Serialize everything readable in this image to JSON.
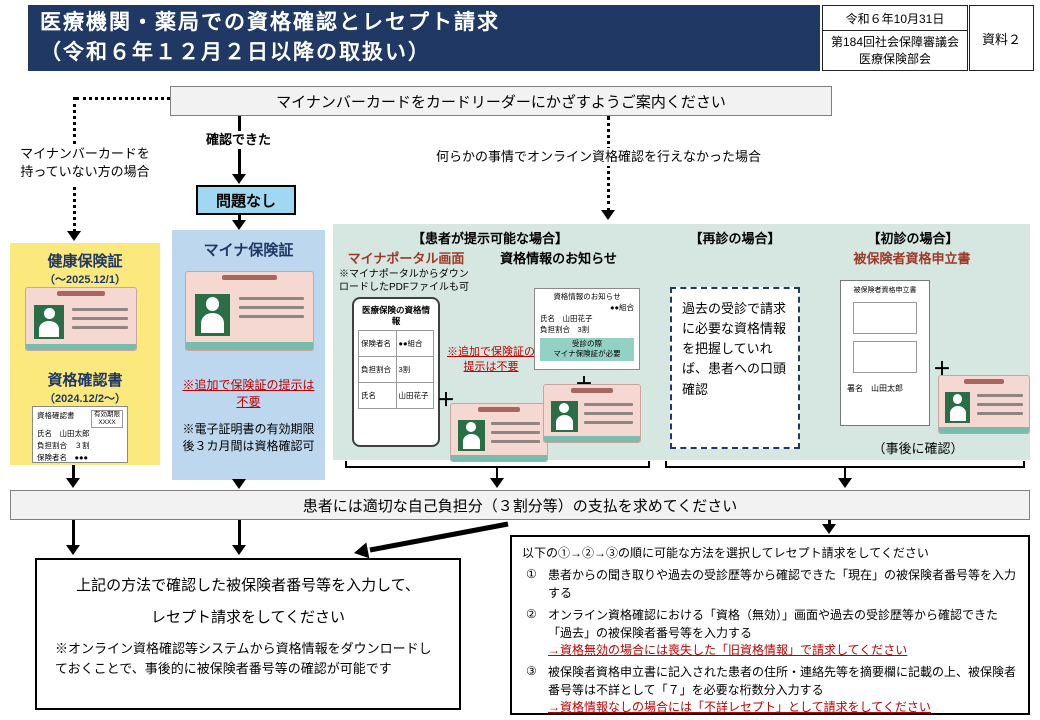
{
  "header": {
    "title_line1": "医療機関・薬局での資格確認とレセプト請求",
    "title_line2": "（令和６年１２月２日以降の取扱い）",
    "date": "令和６年10月31日",
    "committee": "第184回社会保障審議会\n医療保険部会",
    "material_no": "資料２"
  },
  "flow": {
    "card_reader_instruction": "マイナンバーカードをカードリーダーにかざすようご案内ください",
    "no_card_label": "マイナンバーカードを\n持っていない方の場合",
    "confirmed_label": "確認できた",
    "ok_label": "問題なし",
    "online_failed_label": "何らかの事情でオンライン資格確認を行えなかった場合"
  },
  "kenkohokensho": {
    "title": "健康保険証",
    "period": "（～2025.12/1）"
  },
  "shikakukakuninsho": {
    "title": "資格確認書",
    "period": "（2024.12/2～）",
    "card": {
      "title": "資格確認書",
      "expiry": "有効期限\nXXXX",
      "name": "氏名　山田太郎",
      "ratio": "負担割合　３割",
      "insurer": "保険者名　●●●"
    }
  },
  "myna": {
    "title": "マイナ保険証",
    "note_red": "※追加で保険証の提示は不要",
    "note_black": "※電子証明書の有効期限後３カ月間は資格確認可"
  },
  "presentable": {
    "header": "【患者が提示可能な場合】",
    "mynaportal_title": "マイナポータル画面",
    "notice_title": "資格情報のお知らせ",
    "pdf_note": "※マイナポータルからダウンロードしたPDFファイルも可",
    "phone_title": "医療保険の資格情報",
    "phone_rows": [
      {
        "label": "保険者名",
        "value": "●●組合"
      },
      {
        "label": "負担割合",
        "value": "3割"
      },
      {
        "label": "氏名",
        "value": "山田花子"
      }
    ],
    "no_hokensho_note": "※追加で保険証の提示は不要",
    "plus": "＋",
    "notice_doc": {
      "title": "資格情報のお知らせ",
      "org": "●●組合",
      "name": "氏名　山田花子",
      "ratio": "負担割合　3割",
      "highlight": "受診の際\nマイナ保険証が必要"
    }
  },
  "revisit": {
    "header": "【再診の場合】",
    "text": "過去の受診で請求に必要な資格情報を把握していれば、患者への口頭確認"
  },
  "first_visit": {
    "header": "【初診の場合】",
    "doc_title": "被保険者資格申立書",
    "doc": {
      "title": "被保険者資格申立書",
      "sign": "署名　山田太郎"
    },
    "plus": "＋",
    "after_note": "（事後に確認）"
  },
  "payment_bar": "患者には適切な自己負担分（３割分等）の支払を求めてください",
  "receipt_left": {
    "line1": "上記の方法で確認した被保険者番号等を入力して、",
    "line2": "レセプト請求をしてください",
    "note": "※オンライン資格確認等システムから資格情報をダウンロードしておくことで、事後的に被保険者番号等の確認が可能です"
  },
  "receipt_right": {
    "intro": "以下の①→②→③の順に可能な方法を選択してレセプト請求をしてください",
    "items": [
      {
        "num": "①",
        "text": "患者からの聞き取りや過去の受診歴等から確認できた「現在」の被保険者番号等を入力する",
        "red": ""
      },
      {
        "num": "②",
        "text": "オンライン資格確認における「資格（無効）」画面や過去の受診歴等から確認できた「過去」の被保険者番号等を入力する",
        "red": "→資格無効の場合には喪失した「旧資格情報」で請求してください"
      },
      {
        "num": "③",
        "text": "被保険者資格申立書に記入された患者の住所・連絡先等を摘要欄に記載の上、被保険者番号等は不詳として「７」を必要な桁数分入力する",
        "red": "→資格情報なしの場合には「不詳レセプト」として請求をしてください"
      }
    ]
  },
  "colors": {
    "navy": "#1f3864",
    "red": "#c00000",
    "yellow_bg": "#fce97e",
    "blue_bg": "#bdd7ee",
    "okbox_bg": "#9fd8f0",
    "teal_bg": "#d6e6e0"
  }
}
